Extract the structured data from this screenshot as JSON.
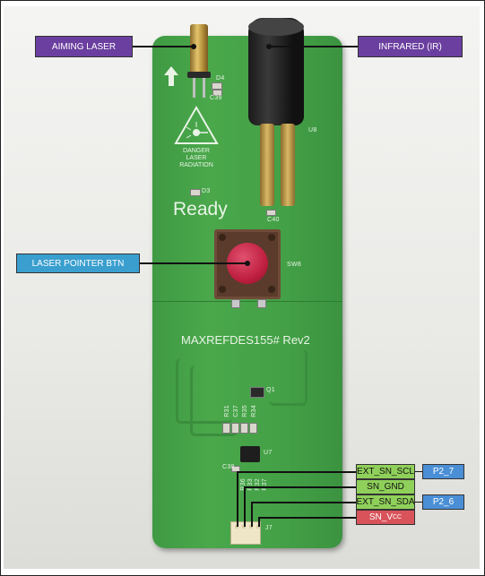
{
  "callouts": {
    "aiming_laser": "AIMING LASER",
    "infrared": "INFRARED (IR)",
    "laser_pointer_btn": "LASER POINTER BTN"
  },
  "board": {
    "ready_text": "Ready",
    "board_id": "MAXREFDES155# Rev2",
    "warning_lines": [
      "DANGER",
      "LASER",
      "RADIATION"
    ],
    "designators": {
      "d4": "D4",
      "c39": "C39",
      "u8": "U8",
      "d3": "D3",
      "c40": "C40",
      "sw8": "SW8",
      "q1": "Q1",
      "r31": "R31",
      "c37": "C37",
      "r35": "R35",
      "r34": "R34",
      "u7": "U7",
      "c38": "C38",
      "r36": "R36",
      "r33": "R33",
      "r32": "R32",
      "r37": "R37",
      "j7": "J7"
    }
  },
  "pins": [
    {
      "name": "EXT_SN_SCL",
      "tag": "P2_7"
    },
    {
      "name": "SN_GND",
      "tag": ""
    },
    {
      "name": "EXT_SN_SDA",
      "tag": "P2_6"
    },
    {
      "name": "SN_V",
      "sub": "CC",
      "tag": ""
    }
  ],
  "colors": {
    "callout_purple": "#6b3fa0",
    "callout_teal": "#3a9fcf",
    "pin_green": "#8fd05a",
    "pin_blue": "#4a8fd6",
    "pin_red": "#d9535a",
    "board_green": "#4aa84b"
  }
}
